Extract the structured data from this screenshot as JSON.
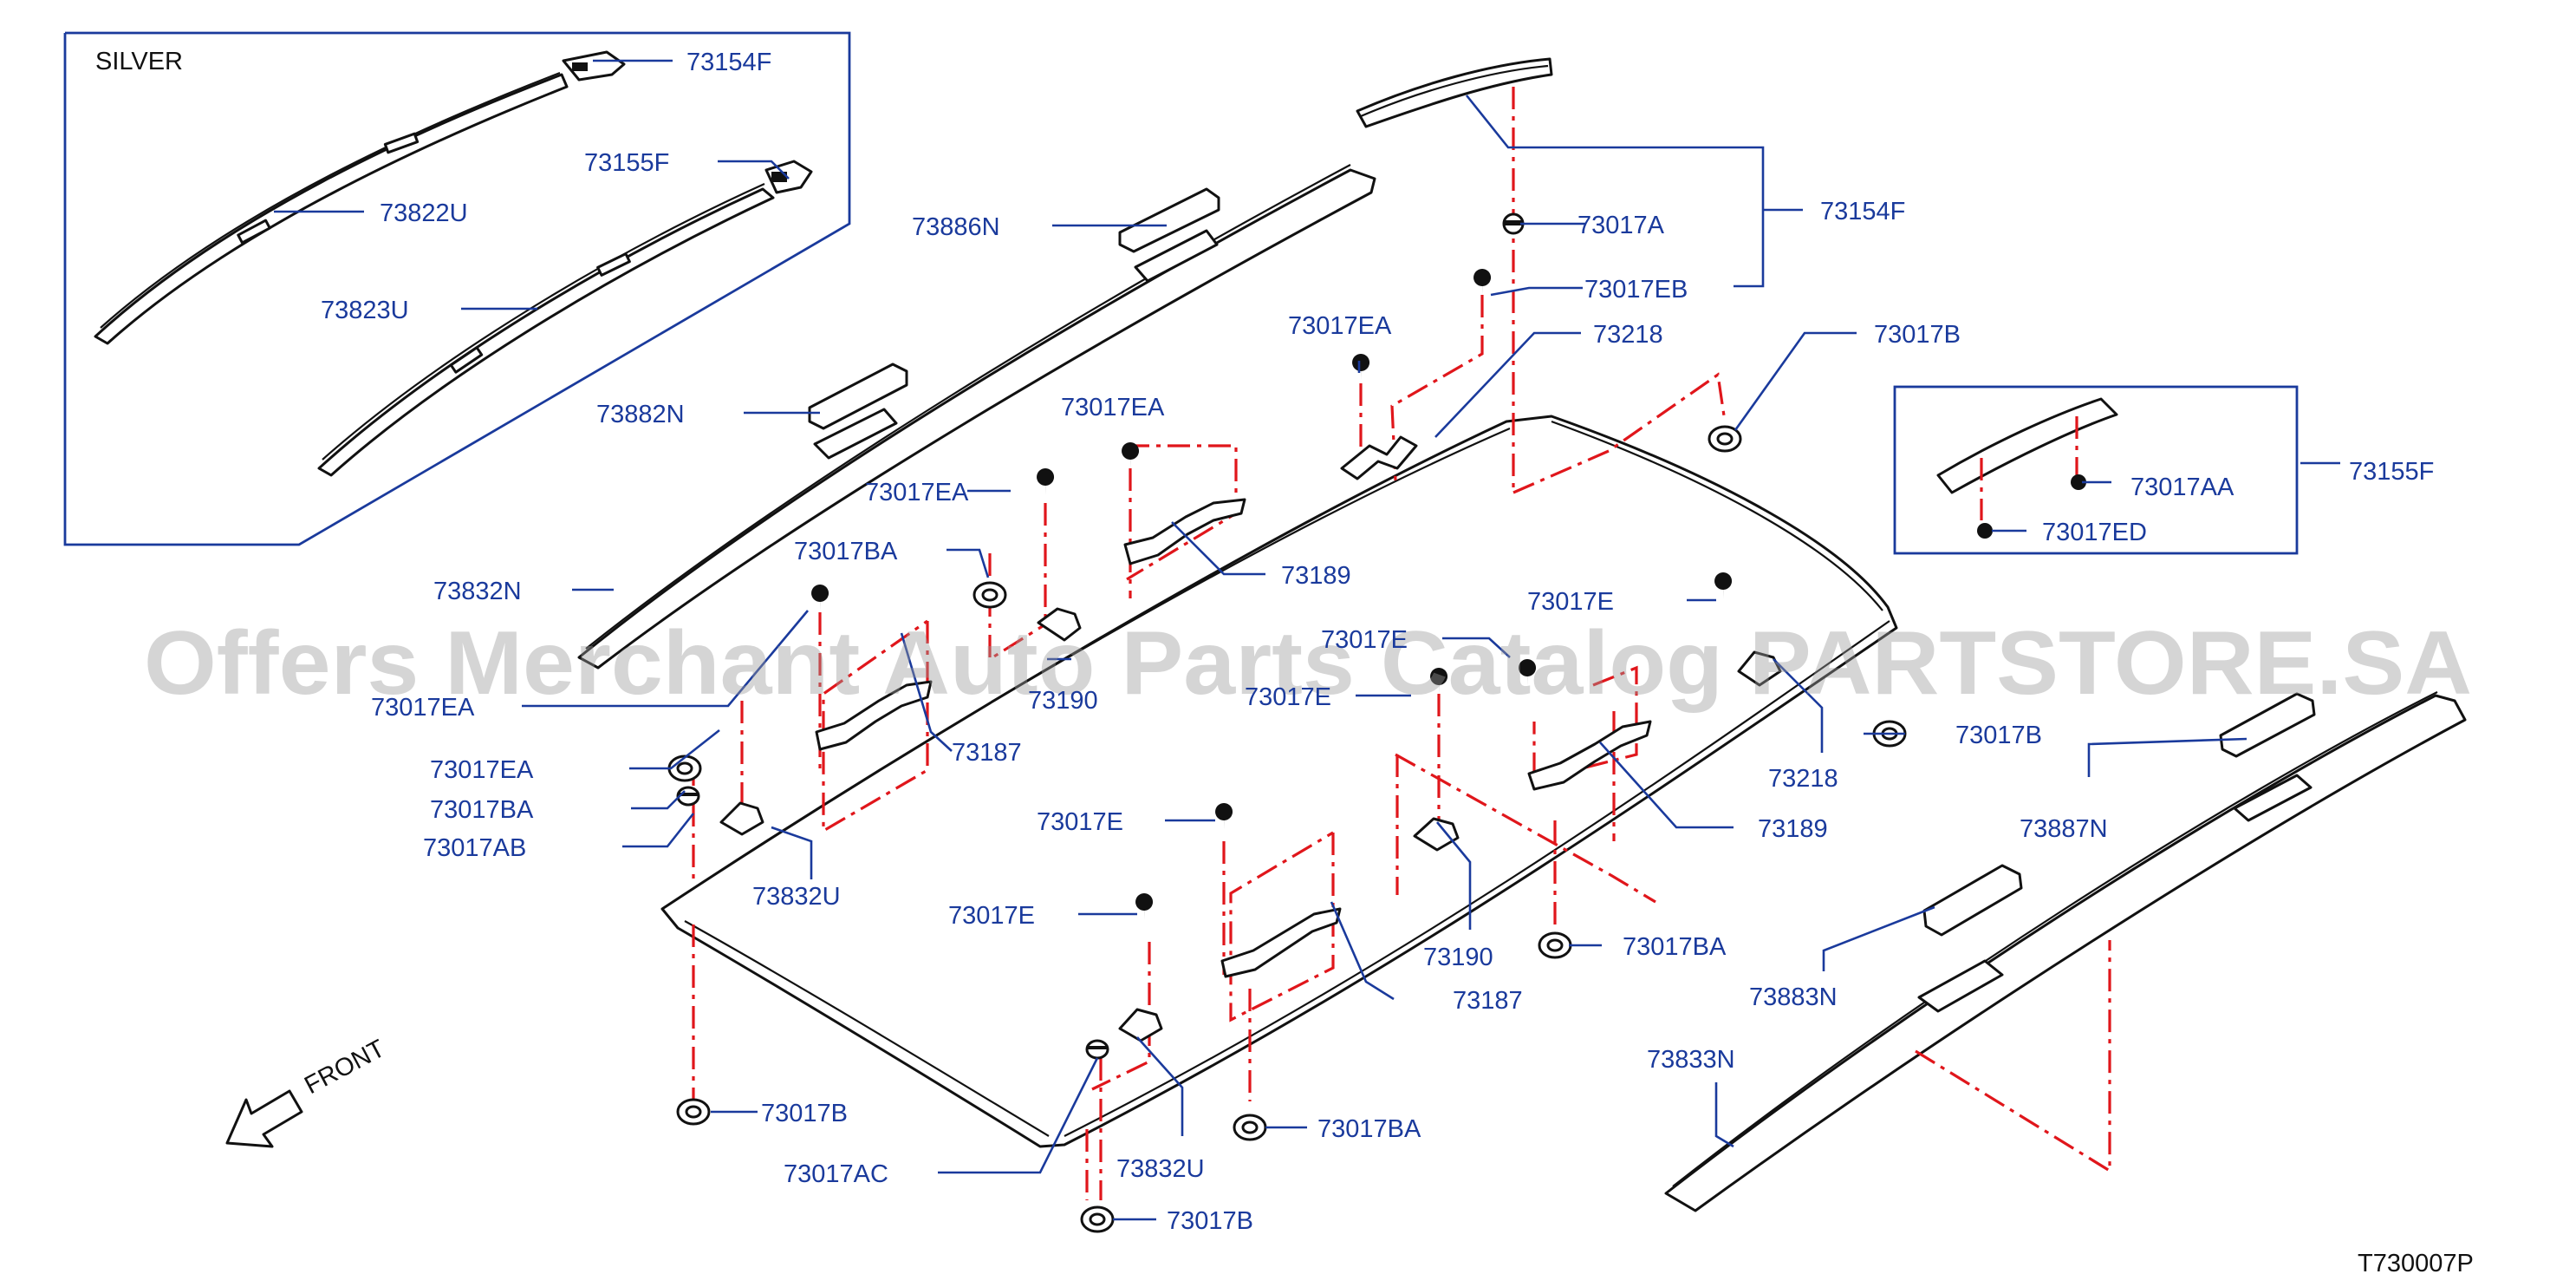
{
  "title_code": "T730007P",
  "inset_label": "SILVER",
  "front_label": "FRONT",
  "watermark": "Offers Merchant Auto Parts Catalog PARTSTORE.SA",
  "callouts": {
    "c01": "73154F",
    "c02": "73155F",
    "c03": "73822U",
    "c04": "73823U",
    "c05": "73886N",
    "c06": "73154F",
    "c07": "73017A",
    "c08": "73017EB",
    "c09": "73017EA",
    "c10": "73218",
    "c11": "73017B",
    "c12": "73882N",
    "c13": "73017EA",
    "c14": "73017EA",
    "c15": "73155F",
    "c16": "73017AA",
    "c17": "73017ED",
    "c18": "73017BA",
    "c19": "73189",
    "c20": "73832N",
    "c21": "73017E",
    "c22": "73017E",
    "c23": "73017EA",
    "c24": "73190",
    "c25": "73017E",
    "c26": "73218",
    "c27": "73017B",
    "c28": "73187",
    "c29": "73017EA",
    "c30": "73017BA",
    "c31": "73017AB",
    "c32": "73189",
    "c33": "73832U",
    "c34": "73887N",
    "c35": "73017E",
    "c36": "73017E",
    "c37": "73190",
    "c38": "73017BA",
    "c39": "73187",
    "c40": "73883N",
    "c41": "73833N",
    "c42": "73017B",
    "c43": "73832U",
    "c44": "73017BA",
    "c45": "73017AC",
    "c46": "73017B"
  },
  "colors": {
    "label": "#1a3a9c",
    "centerline": "#e0161b",
    "part": "#111111",
    "watermark": "#9a9a9a"
  },
  "icons": [
    "front-arrow-icon"
  ]
}
